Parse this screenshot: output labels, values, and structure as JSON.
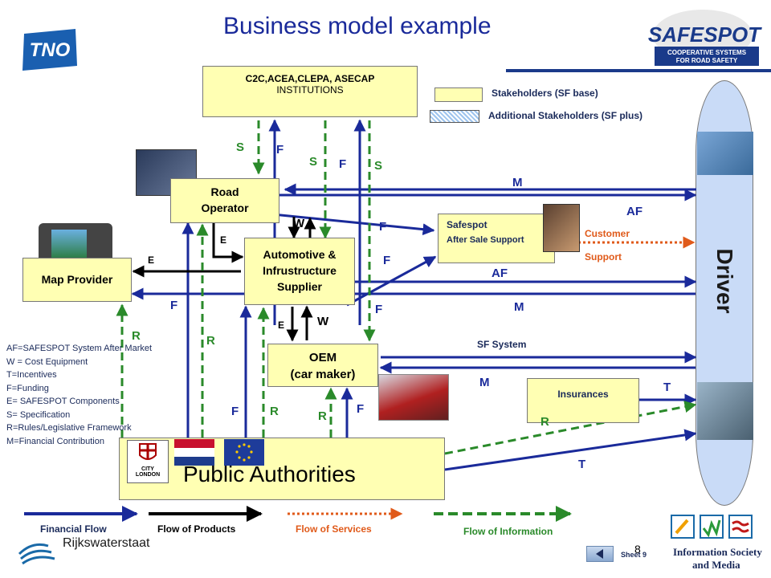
{
  "title": "Business model example",
  "logos": {
    "tno": "TNO",
    "safespot": "SAFESPOT",
    "safespot_tagline_1": "COOPERATIVE SYSTEMS",
    "safespot_tagline_2": "FOR ROAD SAFETY",
    "rijkswaterstaat": "Rijkswaterstaat",
    "info_society_1": "Information Society",
    "info_society_2": "and Media",
    "city_of_london_1": "CITY",
    "city_of_london_2": "LONDON"
  },
  "stakeholder_legend": {
    "base": "Stakeholders (SF base)",
    "plus": "Additional Stakeholders (SF plus)"
  },
  "nodes": {
    "institutions_line1": "C2C,ACEA,CLEPA, ASECAP",
    "institutions_line2": "INSTITUTIONS",
    "road_operator_line1": "Road",
    "road_operator_line2": "Operator",
    "map_provider": "Map Provider",
    "automotive_line1": "Automotive &",
    "automotive_line2": "Infrustructure",
    "automotive_line3": "Supplier",
    "oem_line1": "OEM",
    "oem_line2": "(car maker)",
    "safespot_support_line1": "Safespot",
    "safespot_support_line2": "After Sale Support",
    "insurances": "Insurances",
    "public_authorities": "Public Authorities",
    "driver": "Driver"
  },
  "flow_labels": {
    "s1": "S",
    "f1": "F",
    "s2": "S",
    "f2": "F",
    "s3": "S",
    "m_top": "M",
    "af_top": "AF",
    "w1": "W",
    "f3": "F",
    "e1": "E",
    "e2": "E",
    "f4": "F",
    "customer": "Customer",
    "support": "Support",
    "af_mid": "AF",
    "f_left": "F",
    "m_mid": "M",
    "f5": "F",
    "e3": "E",
    "w2": "W",
    "r1": "R",
    "r2": "R",
    "sf_system": "SF System",
    "m_low": "M",
    "t1": "T",
    "f6": "F",
    "r3": "R",
    "r4": "R",
    "f7": "F",
    "r5": "R",
    "t2": "T"
  },
  "abbreviations": [
    "AF=SAFESPOT System After Market",
    "W = Cost Equipment",
    "T=Incentives",
    "F=Funding",
    "E= SAFESPOT Components",
    "S= Specification",
    "R=Rules/Legislative Framework",
    "M=Financial Contribution"
  ],
  "flow_legend": {
    "financial": "Financial Flow",
    "products": "Flow of Products",
    "services": "Flow of Services",
    "information": "Flow of Information"
  },
  "footer": {
    "page_number": "8",
    "sheet": "Sheet 9"
  },
  "colors": {
    "financial": "#1a2a9a",
    "products": "#000000",
    "services": "#e05a1a",
    "information": "#2a8a2a",
    "stakeholder_fill": "#ffffb3"
  }
}
